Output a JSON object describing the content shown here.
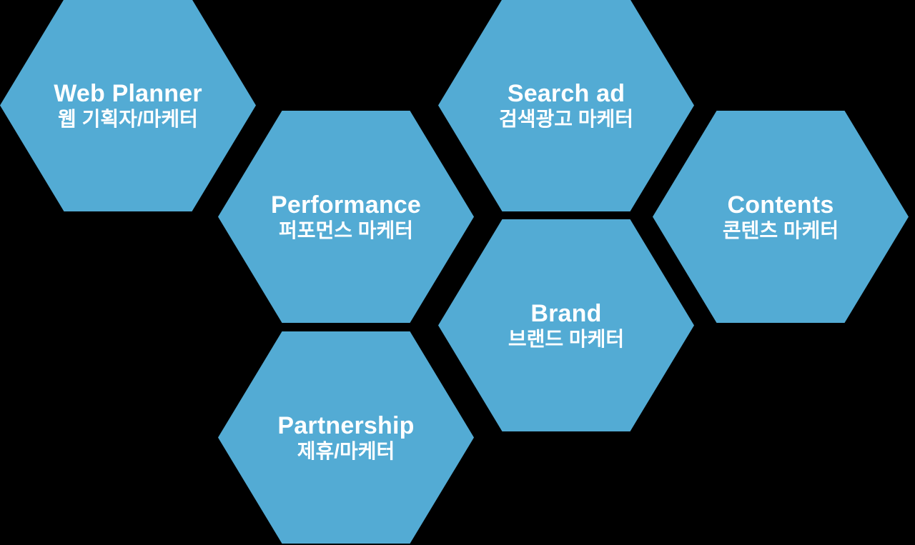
{
  "diagram": {
    "type": "honeycomb",
    "background_color": "#000000",
    "hex_fill_color": "#53abd4",
    "hex_text_color": "#ffffff",
    "cells": [
      {
        "id": "web-planner",
        "title": "Web Planner",
        "subtitle": "웹 기획자/마케터"
      },
      {
        "id": "performance",
        "title": "Performance",
        "subtitle": "퍼포먼스 마케터"
      },
      {
        "id": "search-ad",
        "title": "Search ad",
        "subtitle": "검색광고 마케터"
      },
      {
        "id": "brand",
        "title": "Brand",
        "subtitle": "브랜드 마케터"
      },
      {
        "id": "contents",
        "title": "Contents",
        "subtitle": "콘텐츠 마케터"
      },
      {
        "id": "partnership",
        "title": "Partnership",
        "subtitle": "제휴/마케터"
      }
    ]
  }
}
